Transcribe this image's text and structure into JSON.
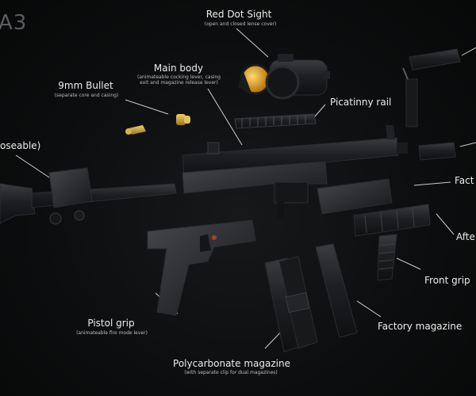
{
  "title_fragment": "A3",
  "parts": {
    "red_dot": {
      "label": "Red Dot Sight",
      "sub": "(open and closed lense cover)"
    },
    "main_body": {
      "label": "Main body",
      "sub": "(animateable cocking lever, casing exit and magazine release lever)"
    },
    "bullet": {
      "label": "9mm Bullet",
      "sub": "(separate core and casing)"
    },
    "picatinny": {
      "label": "Picatinny rail"
    },
    "stock": {
      "label": "oseable)"
    },
    "factory_handguard": {
      "label": "Fact"
    },
    "aftermarket_handguard": {
      "label": "Afte"
    },
    "front_grip": {
      "label": "Front grip"
    },
    "pistol_grip": {
      "label": "Pistol grip",
      "sub": "(animateable fire mode lever)"
    },
    "factory_mag": {
      "label": "Factory magazine"
    },
    "poly_mag": {
      "label": "Polycarbonate magazine",
      "sub": "(with separate clip for dual magazines)"
    }
  },
  "colors": {
    "background": "#0c0d0e",
    "metal": "#1c1d1f",
    "lens": "#e8a21a",
    "brass": "#c9a03c",
    "label": "#ededed"
  }
}
